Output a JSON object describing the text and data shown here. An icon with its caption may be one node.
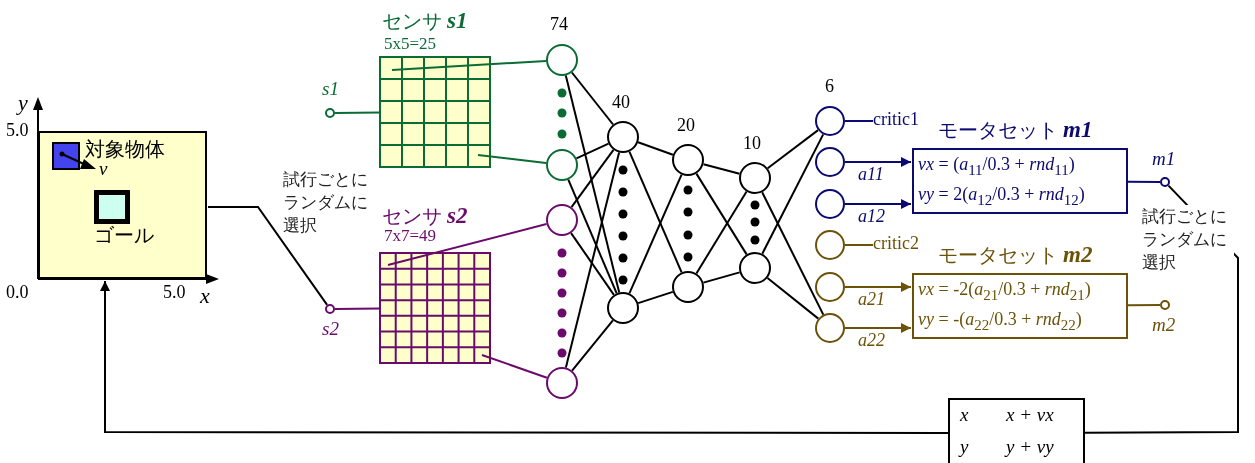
{
  "diagram": {
    "nodes": [
      {
        "text": [],
        "shape": "box"
      },
      {
        "text": [
          "対象物体"
        ],
        "in": 0,
        "beside": [
          "v"
        ]
      },
      {
        "text": [
          "ゴール"
        ],
        "in": 0
      },
      {
        "text": [],
        "shape": "circle",
        "beside": [
          "s1"
        ]
      },
      {
        "text": [],
        "shape": "circle",
        "beside": [
          "s2"
        ]
      },
      {
        "text": [
          "センサ **s1**",
          "5x5=25"
        ]
      },
      {
        "text": [
          "センサ **s2**",
          "7x7=49"
        ]
      },
      {
        "text": [],
        "shape": "circle"
      },
      {
        "text": [],
        "shape": "circle"
      },
      {
        "text": [],
        "shape": "circle"
      },
      {
        "text": [],
        "shape": "circle"
      },
      {
        "text": [],
        "shape": "circle"
      },
      {
        "text": [],
        "shape": "circle"
      },
      {
        "text": [],
        "shape": "circle"
      },
      {
        "text": [],
        "shape": "circle"
      },
      {
        "text": [],
        "shape": "circle"
      },
      {
        "text": [],
        "shape": "circle"
      },
      {
        "text": [],
        "shape": "circle"
      },
      {
        "text": [],
        "shape": "circle"
      },
      {
        "text": [],
        "shape": "circle"
      },
      {
        "text": [],
        "shape": "circle"
      },
      {
        "text": [],
        "shape": "circle"
      },
      {
        "text": [],
        "shape": "circle"
      },
      {
        "text": [
          "critic1"
        ]
      },
      {
        "text": [
          "critic2"
        ]
      },
      {
        "text": [
          "モータセット **m1**",
          "*vx* = (*a*$_{11}$/0.3 + *rnd*$_{11}$)",
          "*vy* = 2(*a*$_{12}$/0.3 + *rnd*$_{12}$)"
        ]
      },
      {
        "text": [
          "モータセット **m2**",
          "*vx* = -2(*a*$_{21}$/0.3 + *rnd*$_{21}$)",
          "*vy* = -(*a*$_{22}$/0.3 + *rnd*$_{22}$)"
        ]
      },
      {
        "text": [],
        "shape": "circle",
        "beside": [
          "m1"
        ]
      },
      {
        "text": [],
        "shape": "circle",
        "beside": [
          "m2"
        ]
      },
      {
        "text": [
          "x",
          "x + vx",
          "y",
          "y + vy"
        ]
      }
    ],
    "edges": [
      {
        "from": 0,
        "to": 4,
        "arrow": "none"
      },
      {
        "from": 3,
        "to": 5,
        "arrow": "none",
        "color": "#0b6b35"
      },
      {
        "from": 4,
        "to": 6,
        "arrow": "none",
        "color": "#6a0a6a"
      },
      {
        "from": 5,
        "to": 7,
        "arrow": "none",
        "color": "#0b6b35"
      },
      {
        "from": 5,
        "to": 8,
        "arrow": "none",
        "color": "#0b6b35"
      },
      {
        "from": 6,
        "to": 9,
        "arrow": "none",
        "color": "#6a0a6a"
      },
      {
        "from": 6,
        "to": 10,
        "arrow": "none",
        "color": "#6a0a6a"
      },
      {
        "from": 7,
        "to": 11,
        "arrow": "none"
      },
      {
        "from": 7,
        "to": 12,
        "arrow": "none"
      },
      {
        "from": 8,
        "to": 11,
        "arrow": "none"
      },
      {
        "from": 8,
        "to": 12,
        "arrow": "none"
      },
      {
        "from": 9,
        "to": 11,
        "arrow": "none"
      },
      {
        "from": 9,
        "to": 12,
        "arrow": "none"
      },
      {
        "from": 10,
        "to": 11,
        "arrow": "none"
      },
      {
        "from": 10,
        "to": 12,
        "arrow": "none"
      },
      {
        "from": 11,
        "to": 13,
        "arrow": "none"
      },
      {
        "from": 11,
        "to": 14,
        "arrow": "none"
      },
      {
        "from": 12,
        "to": 13,
        "arrow": "none"
      },
      {
        "from": 12,
        "to": 14,
        "arrow": "none"
      },
      {
        "from": 13,
        "to": 15,
        "arrow": "none"
      },
      {
        "from": 13,
        "to": 16,
        "arrow": "none"
      },
      {
        "from": 14,
        "to": 15,
        "arrow": "none"
      },
      {
        "from": 14,
        "to": 16,
        "arrow": "none"
      },
      {
        "from": 15,
        "to": 17,
        "arrow": "none"
      },
      {
        "from": 15,
        "to": 22,
        "arrow": "none"
      },
      {
        "from": 16,
        "to": 17,
        "arrow": "none"
      },
      {
        "from": 16,
        "to": 22,
        "arrow": "none"
      },
      {
        "from": 17,
        "to": 23,
        "arrow": "none",
        "color": "#0a0a70"
      },
      {
        "from": 18,
        "to": 25,
        "arrow": "to",
        "label": "a11",
        "color": "#0a0a70"
      },
      {
        "from": 19,
        "to": 25,
        "arrow": "to",
        "label": "a12",
        "color": "#0a0a70"
      },
      {
        "from": 20,
        "to": 24,
        "arrow": "none",
        "color": "#6b5208"
      },
      {
        "from": 21,
        "to": 26,
        "arrow": "to",
        "label": "a21",
        "color": "#6b5208"
      },
      {
        "from": 22,
        "to": 26,
        "arrow": "to",
        "label": "a22",
        "color": "#6b5208"
      },
      {
        "from": 25,
        "to": 27,
        "arrow": "none",
        "color": "#0a0a70"
      },
      {
        "from": 26,
        "to": 28,
        "arrow": "none",
        "color": "#6b5208"
      },
      {
        "from": 27,
        "to": 29,
        "arrow": "none"
      },
      {
        "from": 29,
        "to": 0,
        "arrow": "to"
      }
    ],
    "labels": [
      "y",
      "5.0",
      "0.0",
      "5.0",
      "x",
      "試行ごとにランダムに選択",
      "74",
      "40",
      "20",
      "10",
      "6",
      "試行ごとにランダムに選択"
    ]
  }
}
